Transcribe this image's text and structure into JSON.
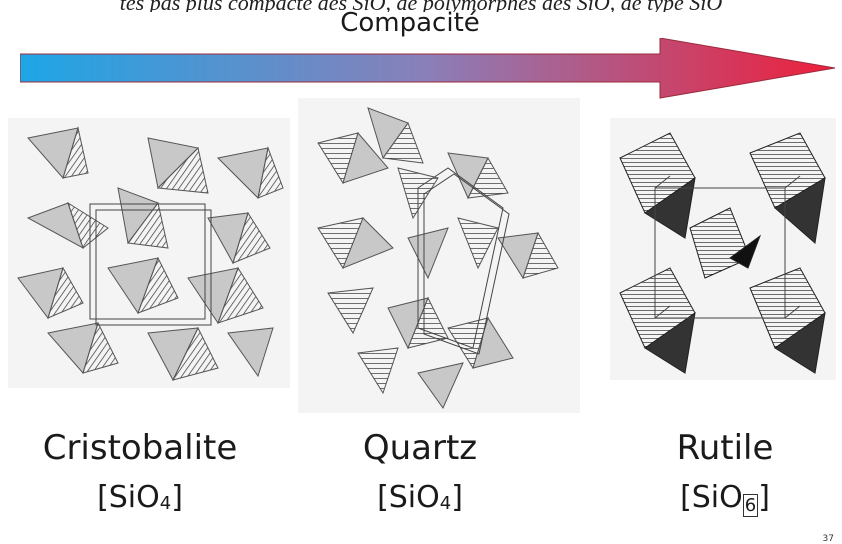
{
  "header": {
    "clipped_text": "tes pas plus compacte des SiO, de polymorphes des SiO, de type SiO",
    "arrow_label": "Compacité"
  },
  "colors": {
    "arrow_start": "#1ea6e6",
    "arrow_end": "#ee1f3b",
    "polyhedron_fill": "#bdbdbd",
    "hatch": "#333333"
  },
  "structures": [
    {
      "name": "Cristobalite",
      "formula_prefix": "[SiO",
      "formula_sub": "4",
      "formula_suffix": "]"
    },
    {
      "name": "Quartz",
      "formula_prefix": "[SiO",
      "formula_sub": "4",
      "formula_suffix": "]"
    },
    {
      "name": "Rutile",
      "formula_prefix": "[SiO",
      "formula_sub": "6",
      "formula_suffix": "]"
    }
  ],
  "footnote": "37"
}
